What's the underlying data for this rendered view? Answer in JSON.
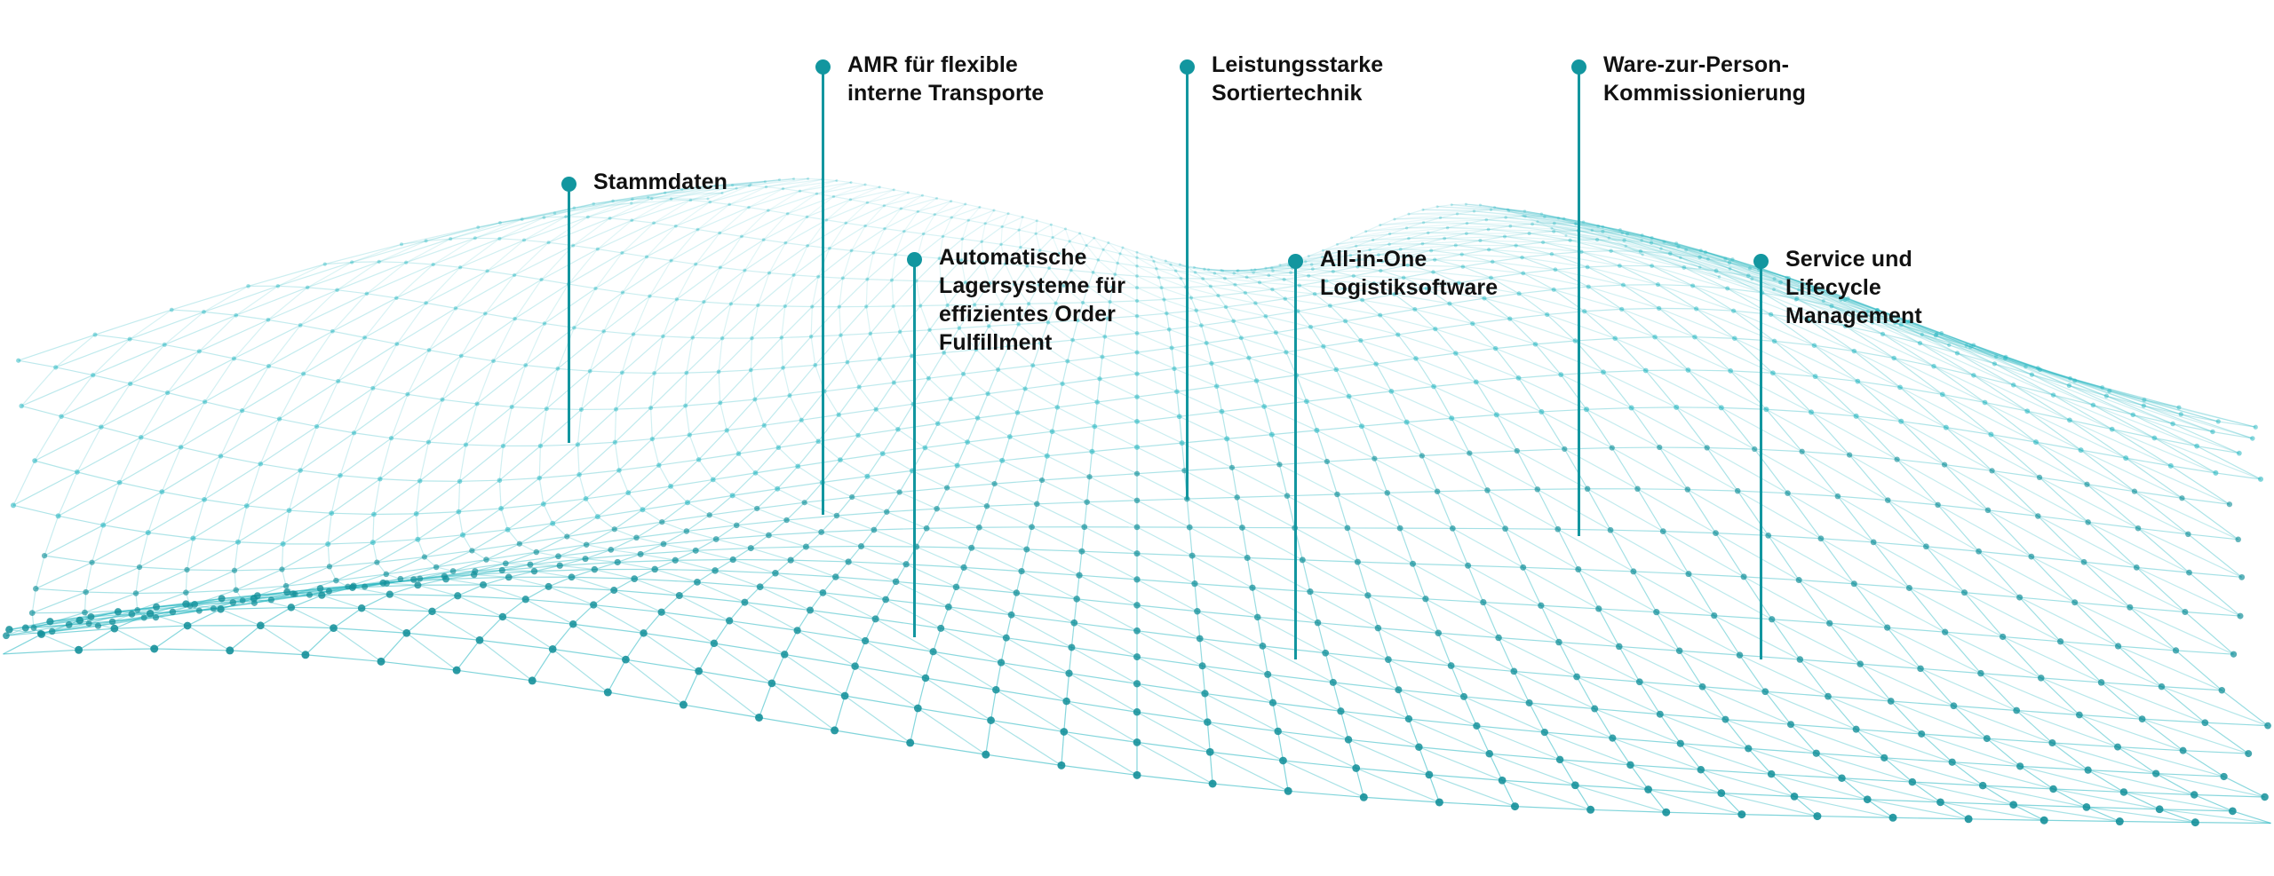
{
  "colors": {
    "accent": "#12969f",
    "mesh": "#2bb8c2",
    "text": "#111111"
  },
  "callouts": [
    {
      "lines": [
        "Stammdaten"
      ]
    },
    {
      "lines": [
        "AMR für flexible",
        "interne Transporte"
      ]
    },
    {
      "lines": [
        "Automatische",
        "Lagersysteme für",
        "effizientes Order",
        "Fulfillment"
      ]
    },
    {
      "lines": [
        "Leistungsstarke",
        "Sortiertechnik"
      ]
    },
    {
      "lines": [
        "All-in-One",
        "Logistiksoftware"
      ]
    },
    {
      "lines": [
        "Ware-zur-Person-",
        "Kommissionierung"
      ]
    },
    {
      "lines": [
        "Service und",
        "Lifecycle",
        "Management"
      ]
    }
  ]
}
